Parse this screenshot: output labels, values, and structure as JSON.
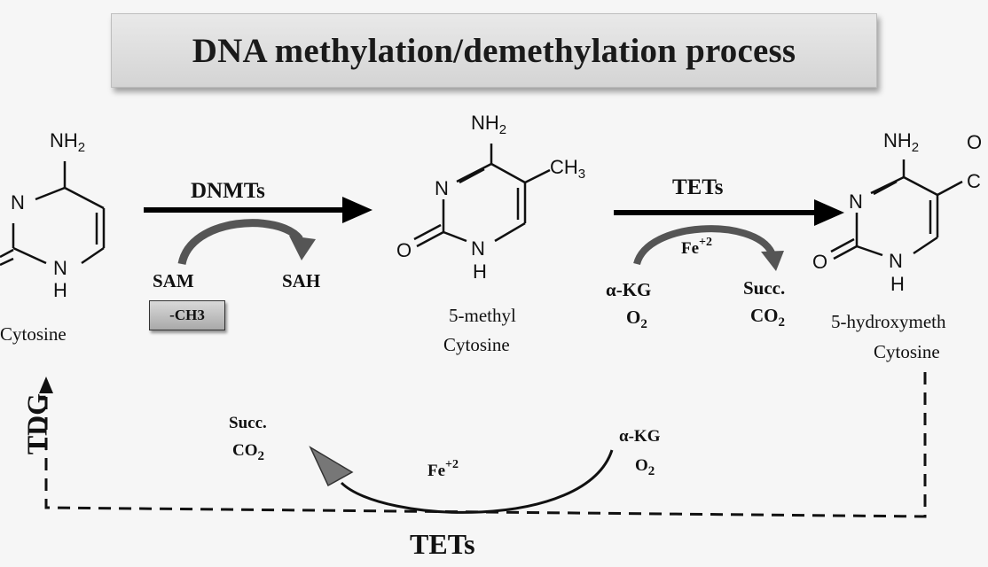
{
  "title": "DNA methylation/demethylation process",
  "molecules": {
    "cytosine": {
      "name": "Cytosine",
      "substituent": "NH",
      "substituent_sub": "2",
      "ring_n": "N",
      "ring_nh": "N",
      "ring_h": "H"
    },
    "methylcytosine": {
      "name_line1": "5-methyl",
      "name_line2": "Cytosine",
      "amine": "NH",
      "amine_sub": "2",
      "methyl": "CH",
      "methyl_sub": "3",
      "ring_n": "N",
      "ring_nh": "N",
      "ring_h": "H",
      "oxygen": "O"
    },
    "hydroxymethylcytosine": {
      "name_line1": "5-hydroxymeth",
      "name_line2": "Cytosine",
      "amine": "NH",
      "amine_sub": "2",
      "ring_n": "N",
      "ring_nh": "N",
      "ring_h": "H",
      "oxygen": "O",
      "side_o": "O",
      "side_c": "C"
    }
  },
  "step1": {
    "enzyme": "DNMTs",
    "donor": "SAM",
    "product": "SAH",
    "group": "-CH3"
  },
  "step2": {
    "enzyme": "TETs",
    "cofactor": "Fe",
    "cofactor_charge": "+2",
    "input1": "α-KG",
    "input2": "O",
    "input2_sub": "2",
    "output1": "Succ.",
    "output2": "CO",
    "output2_sub": "2"
  },
  "step3": {
    "enzyme": "TETs",
    "cofactor": "Fe",
    "cofactor_charge": "+2",
    "input1": "α-KG",
    "input2": "O",
    "input2_sub": "2",
    "output1": "Succ.",
    "output2": "CO",
    "output2_sub": "2"
  },
  "step4": {
    "enzyme": "TDG"
  }
}
